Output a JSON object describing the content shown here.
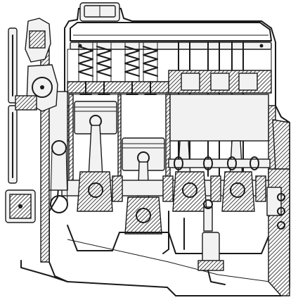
{
  "drawing": {
    "cylinder_count": 4,
    "parts": [
      "engine-block",
      "cylinder-head",
      "rocker-cover",
      "valve-springs",
      "pistons",
      "connecting-rods",
      "crankshaft",
      "camshaft",
      "timing-chain",
      "fan",
      "water-pump",
      "flywheel",
      "oil-sump",
      "oil-pump",
      "distributor",
      "dipstick"
    ]
  }
}
